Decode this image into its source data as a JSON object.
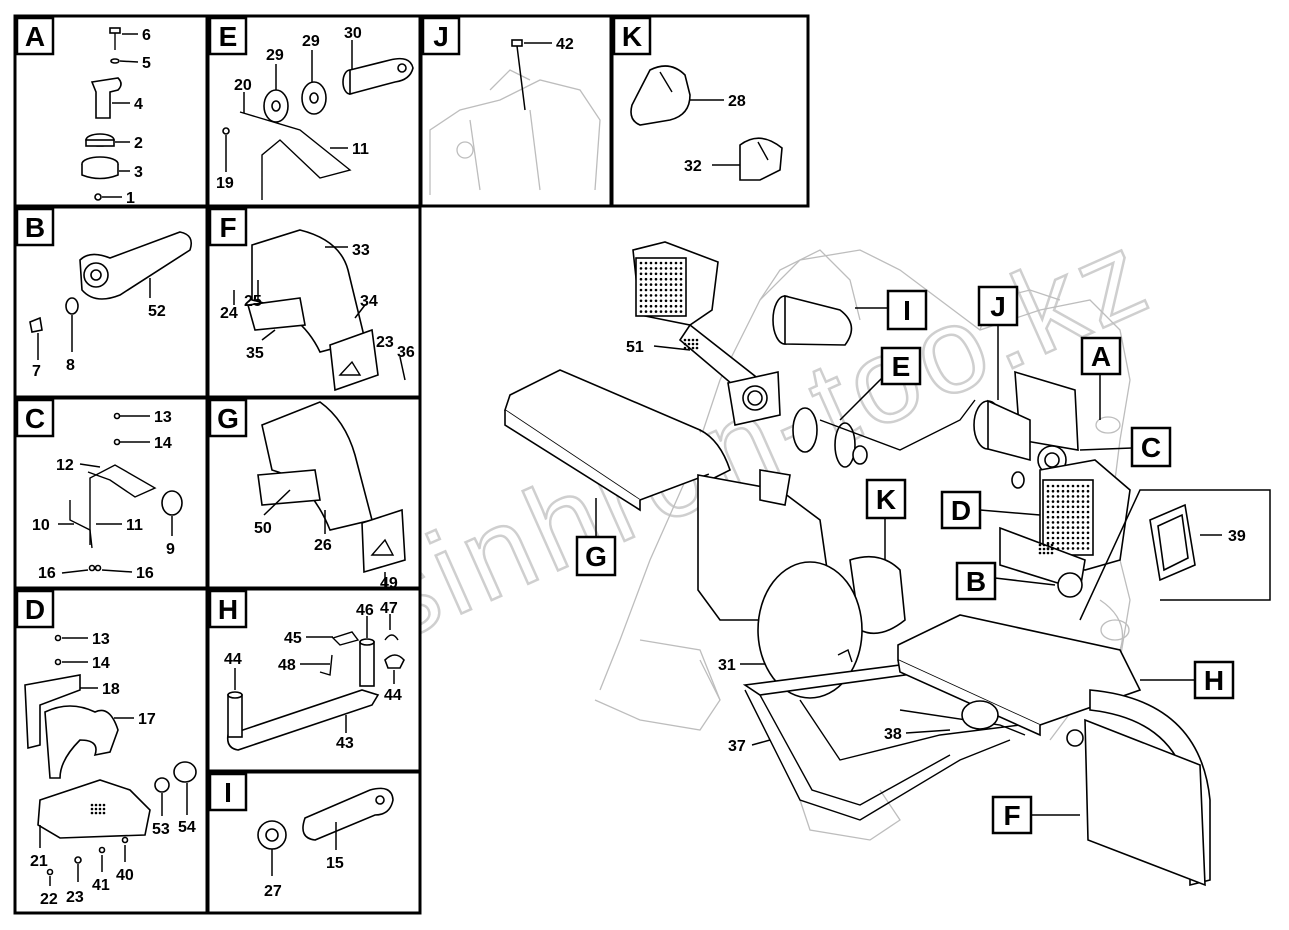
{
  "watermark": "www.sinhron-too.kz",
  "panels": [
    {
      "letter": "A",
      "labels": [
        "6",
        "5",
        "4",
        "2",
        "3",
        "1"
      ]
    },
    {
      "letter": "E",
      "labels": [
        "29",
        "29",
        "30",
        "20",
        "11",
        "19"
      ]
    },
    {
      "letter": "J",
      "labels": [
        "42"
      ]
    },
    {
      "letter": "K",
      "labels": [
        "28",
        "32"
      ]
    },
    {
      "letter": "B",
      "labels": [
        "52",
        "7",
        "8"
      ]
    },
    {
      "letter": "F",
      "labels": [
        "33",
        "25",
        "24",
        "34",
        "35",
        "23",
        "36"
      ]
    },
    {
      "letter": "C",
      "labels": [
        "13",
        "14",
        "12",
        "10",
        "11",
        "9",
        "16",
        "16"
      ]
    },
    {
      "letter": "G",
      "labels": [
        "50",
        "26",
        "49"
      ]
    },
    {
      "letter": "D",
      "labels": [
        "13",
        "14",
        "18",
        "17",
        "21",
        "53",
        "54",
        "22",
        "23",
        "41",
        "40"
      ]
    },
    {
      "letter": "H",
      "labels": [
        "44",
        "46",
        "47",
        "45",
        "48",
        "44",
        "43"
      ]
    },
    {
      "letter": "I",
      "labels": [
        "15",
        "27"
      ]
    }
  ],
  "callouts": [
    "I",
    "J",
    "E",
    "A",
    "C",
    "D",
    "K",
    "G",
    "B",
    "H",
    "F"
  ],
  "main_labels": [
    "51",
    "39",
    "31",
    "37",
    "38"
  ]
}
